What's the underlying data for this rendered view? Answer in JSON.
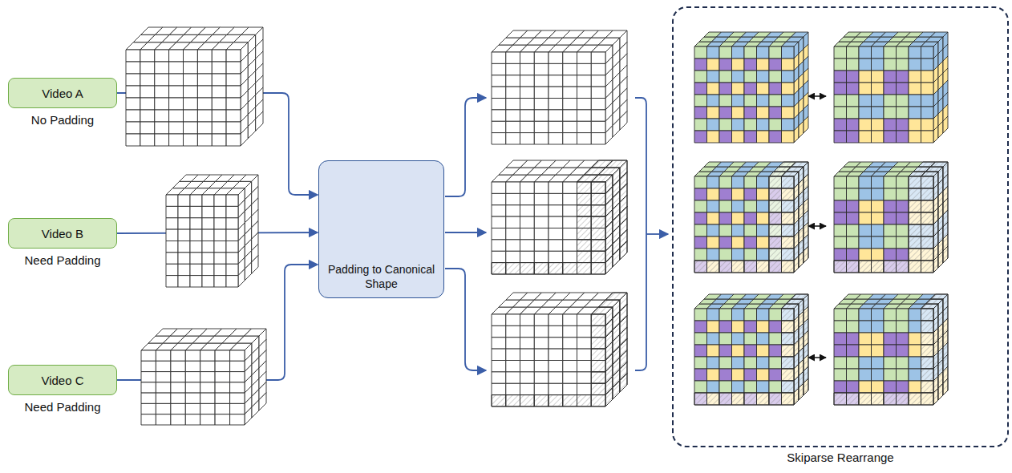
{
  "diagram": {
    "nodes": [
      {
        "text": [
          "Video A",
          "No Padding"
        ]
      },
      {
        "text": [
          "Video B",
          "Need Padding"
        ]
      },
      {
        "text": [
          "Video C",
          "Need Padding"
        ]
      },
      {
        "text": [
          "Padding to Canonical Shape"
        ]
      },
      {
        "text": [
          "Skiparse Rearrange"
        ]
      }
    ],
    "edges": [
      {
        "from": 0,
        "to": 3,
        "arrow": "to"
      },
      {
        "from": 1,
        "to": 3,
        "arrow": "to"
      },
      {
        "from": 2,
        "to": 3,
        "arrow": "to"
      }
    ]
  }
}
